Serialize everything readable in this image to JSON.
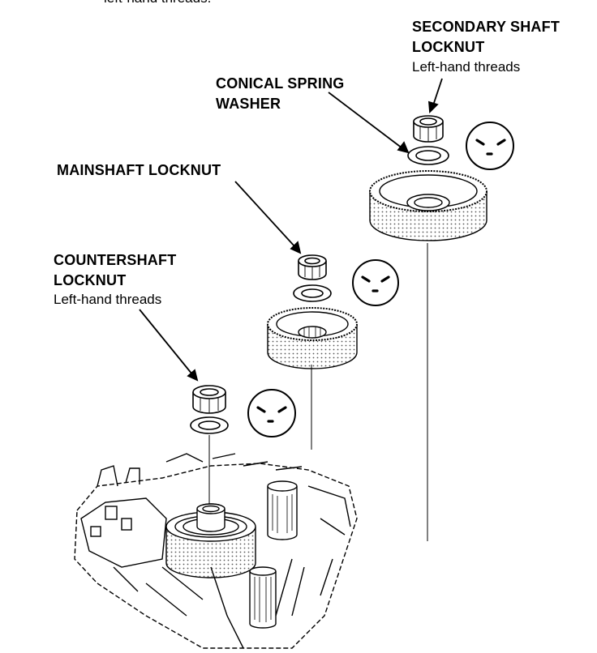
{
  "top_cut_text": "left-hand threads.",
  "labels": {
    "secondary_shaft_locknut": {
      "line1": "SECONDARY SHAFT",
      "line2": "LOCKNUT",
      "note": "Left-hand threads"
    },
    "conical_spring_washer": {
      "line1": "CONICAL SPRING",
      "line2": "WASHER"
    },
    "mainshaft_locknut": {
      "line1": "MAINSHAFT LOCKNUT"
    },
    "countershaft_locknut": {
      "line1": "COUNTERSHAFT",
      "line2": "LOCKNUT",
      "note": "Left-hand threads"
    }
  },
  "colors": {
    "ink": "#000000",
    "paper": "#ffffff",
    "shade": "#8a8a8a"
  },
  "icons": [
    "rotation-direction-icon",
    "locknut-icon",
    "washer-icon",
    "gear-icon",
    "transmission-housing-icon"
  ]
}
